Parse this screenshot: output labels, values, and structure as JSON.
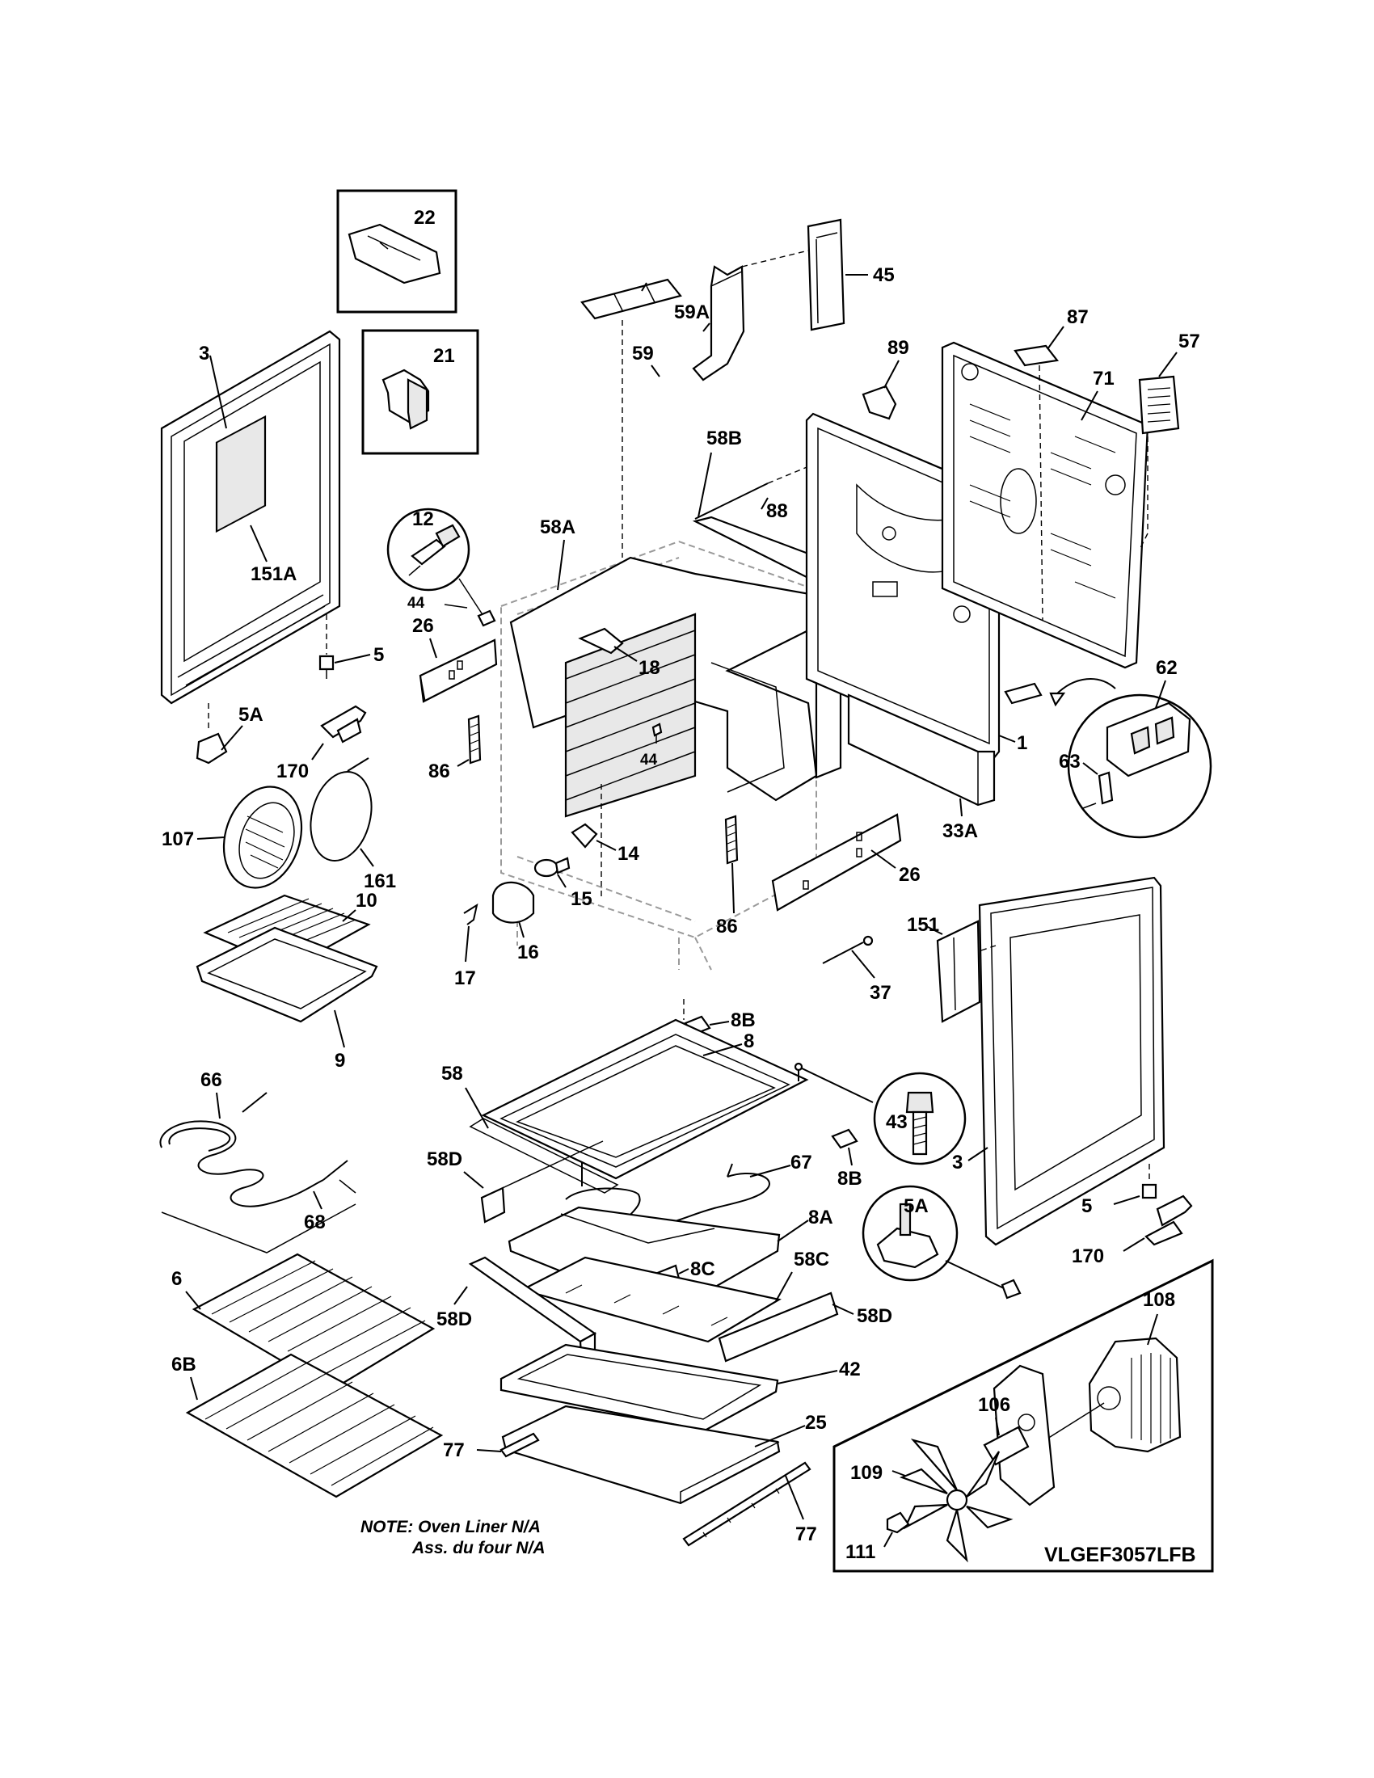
{
  "callouts": {
    "c22": "22",
    "c21": "21",
    "c3a": "3",
    "c151a": "151A",
    "c12": "12",
    "c44a": "44",
    "c26a": "26",
    "c5a_top": "5",
    "c5A_left": "5A",
    "c170a": "170",
    "c86a": "86",
    "c107": "107",
    "c161": "161",
    "c10": "10",
    "c9": "9",
    "c17": "17",
    "c16": "16",
    "c15": "15",
    "c14": "14",
    "c44b": "44",
    "c18": "18",
    "c58A": "58A",
    "c59": "59",
    "c59A": "59A",
    "c45": "45",
    "c58B": "58B",
    "c88": "88",
    "c89": "89",
    "c87": "87",
    "c71": "71",
    "c57": "57",
    "c62": "62",
    "c63": "63",
    "c1": "1",
    "c33A": "33A",
    "c26b": "26",
    "c86b": "86",
    "c151": "151",
    "c37": "37",
    "c8B_top": "8B",
    "c8": "8",
    "c58": "58",
    "c43": "43",
    "c8B_bot": "8B",
    "c58D_a": "58D",
    "c67": "67",
    "c8A": "8A",
    "c8C": "8C",
    "c58C": "58C",
    "c58D_b": "58D",
    "c58D_c": "58D",
    "c42": "42",
    "c25": "25",
    "c77a": "77",
    "c77b": "77",
    "c66": "66",
    "c68": "68",
    "c6": "6",
    "c6B": "6B",
    "c3b": "3",
    "c5b": "5",
    "c170b": "170",
    "c5A_right": "5A",
    "c108": "108",
    "c106": "106",
    "c109": "109",
    "c111": "111"
  },
  "note": {
    "line1": "NOTE: Oven Liner N/A",
    "line2": "Ass. du four N/A"
  },
  "model_code": "VLGEF3057LFB"
}
